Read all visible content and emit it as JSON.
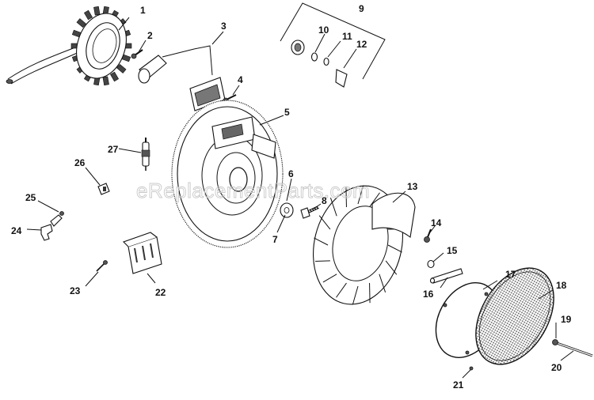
{
  "watermark": "eReplacementParts.com",
  "callouts": [
    {
      "id": "c1",
      "label": "1"
    },
    {
      "id": "c2",
      "label": "2"
    },
    {
      "id": "c3",
      "label": "3"
    },
    {
      "id": "c4",
      "label": "4"
    },
    {
      "id": "c5",
      "label": "5"
    },
    {
      "id": "c6",
      "label": "6"
    },
    {
      "id": "c7",
      "label": "7"
    },
    {
      "id": "c8",
      "label": "8"
    },
    {
      "id": "c9",
      "label": "9"
    },
    {
      "id": "c10",
      "label": "10"
    },
    {
      "id": "c11",
      "label": "11"
    },
    {
      "id": "c12",
      "label": "12"
    },
    {
      "id": "c13",
      "label": "13"
    },
    {
      "id": "c14",
      "label": "14"
    },
    {
      "id": "c15",
      "label": "15"
    },
    {
      "id": "c16",
      "label": "16"
    },
    {
      "id": "c17",
      "label": "17"
    },
    {
      "id": "c18",
      "label": "18"
    },
    {
      "id": "c19",
      "label": "19"
    },
    {
      "id": "c20",
      "label": "20"
    },
    {
      "id": "c21",
      "label": "21"
    },
    {
      "id": "c22",
      "label": "22"
    },
    {
      "id": "c23",
      "label": "23"
    },
    {
      "id": "c24",
      "label": "24"
    },
    {
      "id": "c25",
      "label": "25"
    },
    {
      "id": "c26",
      "label": "26"
    },
    {
      "id": "c27",
      "label": "27"
    }
  ]
}
